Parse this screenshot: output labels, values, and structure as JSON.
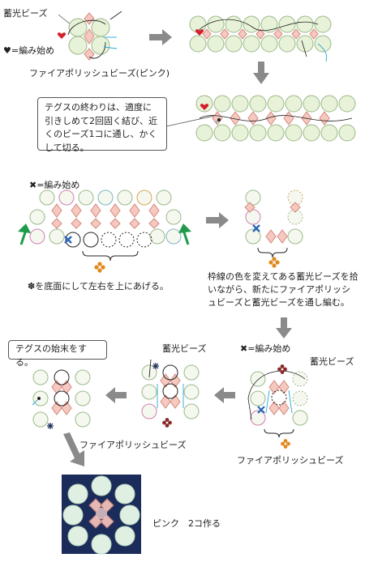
{
  "labels": {
    "chikko_bead_top": "蓄光ビーズ",
    "start_marker_red": "♥=編み始め",
    "fire_polish_pink": "ファイアポリッシュビーズ(ピンク)",
    "start_marker_blue": "✖=編み始め",
    "bottom_note": "✽を底面にして左右を上にあげる。",
    "right_note": "枠線の色を変えてある蓄光ビーズを拾いながら、新たにファイアポリッシュビーズと蓄光ビーズを通し編む。",
    "start_marker_blue_2": "✖=編み始め",
    "chikko_bead_r": "蓄光ビーズ",
    "chikko_bead_c": "蓄光ビーズ",
    "fire_polish_r": "ファイアポリッシュビーズ",
    "fire_polish_c": "ファイアポリッシュビーズ",
    "photo_caption": "ピンク　2コ作る"
  },
  "callouts": {
    "finish_tie": "テグスの終わりは、適度に引きしめて2回固く結び、近くのビーズ1コに通し、かくして切る。",
    "finish_end": "テグスの始末をする。"
  },
  "colors": {
    "chikko": "#e8f2d8",
    "chikko_stroke": "#9bb98a",
    "pink_fill": "#f6c9c0",
    "pink_stroke": "#d4897c",
    "arrow_gray": "#8a8a8a",
    "heart_red": "#d4202a",
    "cross_blue": "#2a66b8",
    "flower_orange": "#e08a1e",
    "green_arrow": "#1e9a4a",
    "blue_thread": "#2aa6dc",
    "photo_bg": "#1c2c5a"
  },
  "icons": [
    "heart-icon",
    "cross-icon",
    "flower-icon",
    "curved-arrow-icon",
    "gray-arrow-icon"
  ]
}
